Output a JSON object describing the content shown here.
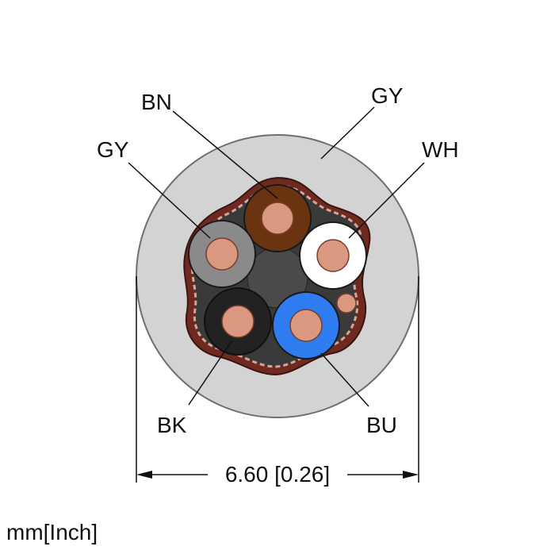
{
  "labels": {
    "core_top": "BN",
    "jacket": "GY",
    "core_left": "GY",
    "core_right": "WH",
    "core_bottom_left": "BK",
    "core_bottom_right": "BU"
  },
  "dimension": {
    "text": "6.60 [0.26]"
  },
  "unit_note": "mm[Inch]",
  "colors": {
    "jacket": "#d3d3d3",
    "brown": "#6b3410",
    "grey": "#8a8a8a",
    "white": "#ffffff",
    "black": "#222222",
    "blue": "#2f7bf0",
    "copper": "#d9987f"
  }
}
